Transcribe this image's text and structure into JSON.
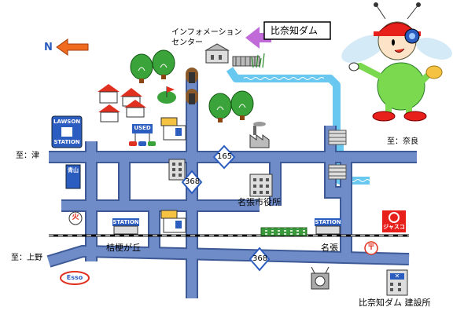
{
  "compass": {
    "north_label": "N"
  },
  "callout": {
    "label": "比奈知ダム"
  },
  "places": {
    "info_center": "インフォメーション\nセンター",
    "to_tsu": "至：津",
    "to_nabari": "至：奈良",
    "to_ueno": "至：上野",
    "city_hall": "名張市役所",
    "kikyogaoka": "桔梗が丘",
    "nabari": "名張",
    "dam_office": "比奈知ダム 建設所"
  },
  "routes": {
    "r165": "165",
    "r368_north": "368",
    "r368_south": "368"
  },
  "signs": {
    "lawson_top": "LAWSON",
    "lawson_bottom": "STATION",
    "used": "USED",
    "aoyama": "青山",
    "station_kikyo": "STATION",
    "station_nabari": "STATION",
    "jusco": "ジャスコ",
    "esso": "Esso",
    "fire": "火",
    "post": "〒",
    "office_mark": "✕"
  },
  "colors": {
    "road": "#6f8cc8",
    "road_edge": "#3d5a96",
    "river": "#69c8f0",
    "railway": "#000000",
    "tree": "#3aa43a",
    "callout_arrow": "#c06bd8",
    "compass_arrow": "#f06a1f",
    "jusco": "#e8201c"
  }
}
